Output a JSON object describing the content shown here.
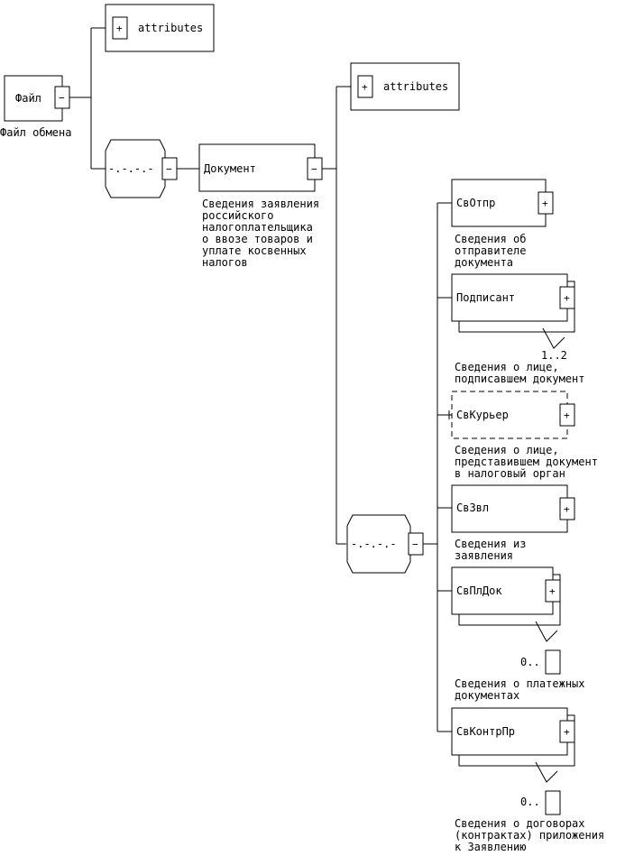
{
  "root": {
    "label": "Файл",
    "toggle": "−",
    "caption": "Файл обмена"
  },
  "root_attributes": {
    "label": "attributes",
    "toggle": "+"
  },
  "root_sequence": {
    "symbol": "-.-.-.-",
    "toggle": "−"
  },
  "document": {
    "label": "Документ",
    "toggle": "−",
    "caption": [
      "Сведения заявления",
      "российского",
      "налогоплательщика",
      "о ввозе товаров и",
      "уплате косвенных",
      "налогов"
    ]
  },
  "document_attributes": {
    "label": "attributes",
    "toggle": "+"
  },
  "document_sequence": {
    "symbol": "-.-.-.-",
    "toggle": "−"
  },
  "children": [
    {
      "label": "СвОтпр",
      "toggle": "+",
      "caption": [
        "Сведения об",
        "отправителе",
        "документа"
      ]
    },
    {
      "label": "Подписант",
      "toggle": "+",
      "multiplicity": "1..2",
      "caption": [
        "Сведения о лице,",
        "подписавшем документ"
      ]
    },
    {
      "label": "СвКурьер",
      "toggle": "+",
      "caption": [
        "Сведения о лице,",
        "представившем документ",
        "в налоговый орган"
      ]
    },
    {
      "label": "СвЗвл",
      "toggle": "+",
      "caption": [
        "Сведения из",
        "заявления"
      ]
    },
    {
      "label": "СвПлДок",
      "toggle": "+",
      "multiplicity": "0..",
      "caption": [
        "Сведения о платежных",
        "документах"
      ]
    },
    {
      "label": "СвКонтрПр",
      "toggle": "+",
      "multiplicity": "0..",
      "caption": [
        "Сведения о договорах",
        "(контрактах) приложения",
        "к Заявлению"
      ]
    }
  ]
}
